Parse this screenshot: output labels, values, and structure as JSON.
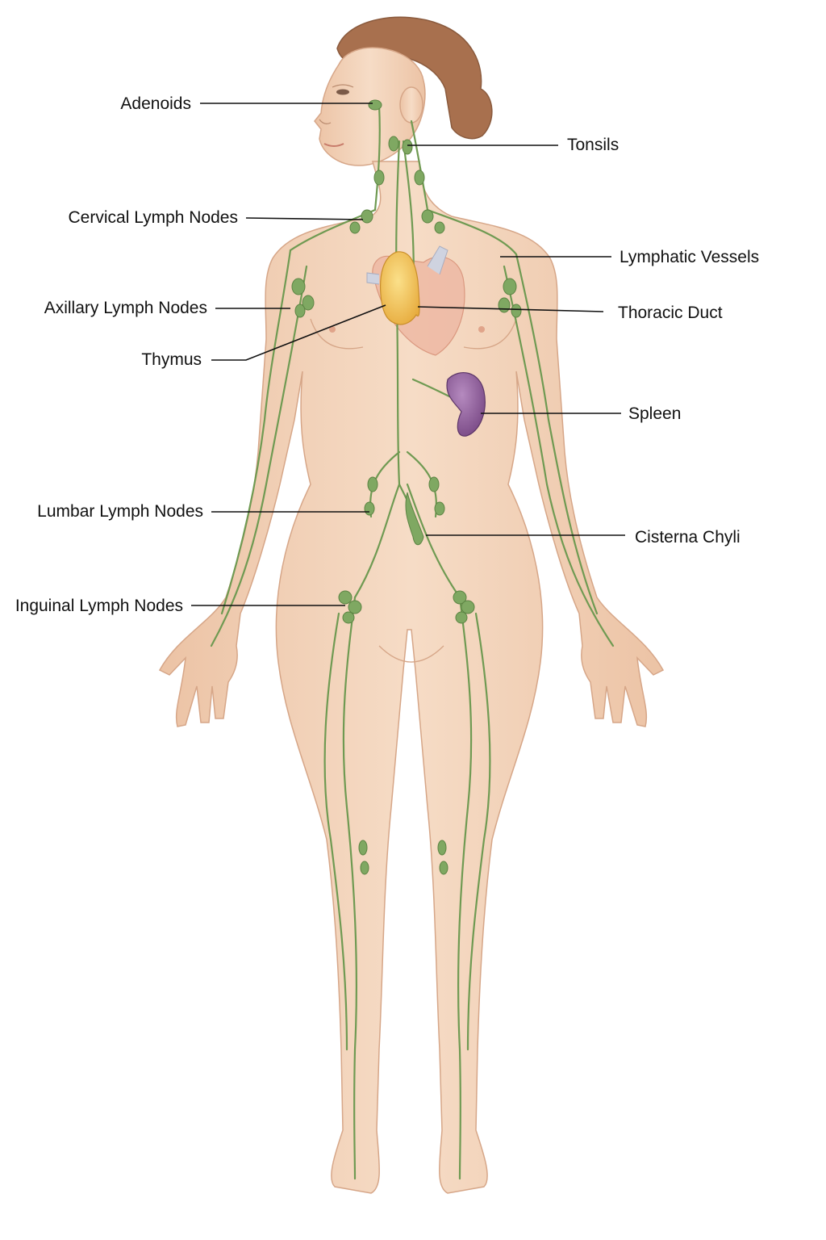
{
  "colors": {
    "skin": "#f3d3b9",
    "skin_shadow": "#e3b597",
    "hair": "#a8704e",
    "lymph_vessel": "#6f9a52",
    "lymph_node": "#7fa862",
    "thymus": "#f2c25a",
    "heart": "#e8a58f",
    "spleen": "#8a5a95",
    "leader_line": "#111111",
    "label_text": "#111111",
    "background": "#ffffff"
  },
  "labels": {
    "adenoids": "Adenoids",
    "tonsils": "Tonsils",
    "cervical": "Cervical Lymph Nodes",
    "lymphatic_vessels": "Lymphatic Vessels",
    "axillary": "Axillary Lymph Nodes",
    "thoracic_duct": "Thoracic Duct",
    "thymus": "Thymus",
    "spleen": "Spleen",
    "lumbar": "Lumbar Lymph Nodes",
    "cisterna_chyli": "Cisterna Chyli",
    "inguinal": "Inguinal Lymph Nodes"
  }
}
